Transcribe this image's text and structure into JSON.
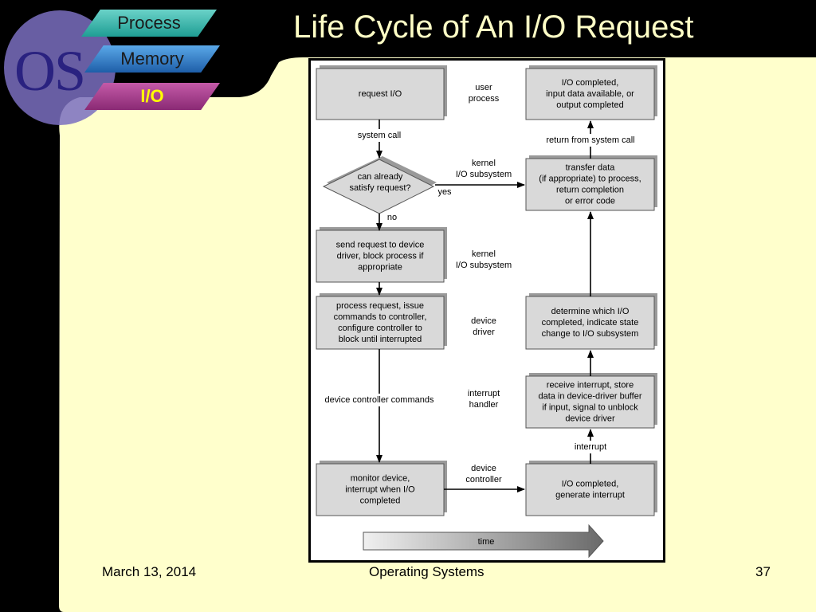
{
  "slide": {
    "title": "Life Cycle of An I/O Request",
    "logo_text": "OS",
    "nav": [
      "Process",
      "Memory",
      "I/O"
    ],
    "footer_date": "March 13, 2014",
    "footer_course": "Operating Systems",
    "footer_page": "37"
  },
  "diagram": {
    "boxes": {
      "request_io": [
        "request I/O"
      ],
      "can_satisfy": [
        "can already",
        "satisfy request?"
      ],
      "send_request": [
        "send request to device",
        "driver, block process if",
        "appropriate"
      ],
      "process_request": [
        "process request, issue",
        "commands to controller,",
        "configure controller to",
        "block until interrupted"
      ],
      "monitor_device": [
        "monitor device,",
        "interrupt when I/O",
        "completed"
      ],
      "io_completed_top": [
        "I/O completed,",
        "input data available, or",
        "output completed"
      ],
      "transfer_data": [
        "transfer data",
        "(if appropriate) to process,",
        "return completion",
        "or error code"
      ],
      "determine_io": [
        "determine which I/O",
        "completed, indicate state",
        "change to I/O subsystem"
      ],
      "receive_interrupt": [
        "receive interrupt, store",
        "data in device-driver buffer",
        "if input, signal to unblock",
        "device driver"
      ],
      "io_completed_bottom": [
        "I/O completed,",
        "generate interrupt"
      ]
    },
    "layers": {
      "user_process": [
        "user",
        "process"
      ],
      "kernel_io_1": [
        "kernel",
        "I/O subsystem"
      ],
      "kernel_io_2": [
        "kernel",
        "I/O subsystem"
      ],
      "device_driver": [
        "device",
        "driver"
      ],
      "interrupt_handler": [
        "interrupt",
        "handler"
      ],
      "device_controller": [
        "device",
        "controller"
      ]
    },
    "edge_labels": {
      "system_call": "system call",
      "yes": "yes",
      "no": "no",
      "device_controller_commands": "device controller commands",
      "return_from_system_call": "return from system call",
      "interrupt": "interrupt"
    },
    "time_label": "time"
  },
  "colors": {
    "background": "#000000",
    "slide_panel": "#ffffcc",
    "title": "#ffffc6",
    "box_fill": "#d9d9d9",
    "box_shadow": "#9a9a9a",
    "nav_active_text": "#ffff00"
  }
}
